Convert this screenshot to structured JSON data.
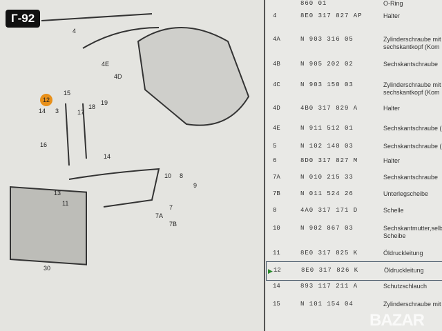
{
  "badge": "Г-92",
  "watermark": "BAZAR",
  "diagram": {
    "labels": [
      "4",
      "4E",
      "4D",
      "12",
      "15",
      "14",
      "3",
      "17",
      "18",
      "19",
      "16",
      "14",
      "13",
      "11",
      "10",
      "8",
      "9",
      "7",
      "7A",
      "7B",
      "30"
    ],
    "highlight_color": "#e8901a"
  },
  "table": {
    "rows": [
      {
        "pos": "",
        "part": "860 01",
        "name": "O-Ring"
      },
      {
        "pos": "4",
        "part": "8E0 317 827 AP",
        "name": "Halter"
      },
      {
        "pos": "4A",
        "part": "N  903 316 05",
        "name": "Zylinderschraube mit sechskantkopf (Kom"
      },
      {
        "pos": "4B",
        "part": "N  905 202 02",
        "name": "Sechskantschraube"
      },
      {
        "pos": "4C",
        "part": "N  903 150 03",
        "name": "Zylinderschraube mit sechskantkopf (Kom"
      },
      {
        "pos": "4D",
        "part": "4B0 317 829 A",
        "name": "Halter"
      },
      {
        "pos": "4E",
        "part": "N  911 512 01",
        "name": "Sechskantschraube (I"
      },
      {
        "pos": "5",
        "part": "N  102 148 03",
        "name": "Sechskantschraube (I"
      },
      {
        "pos": "6",
        "part": "8D0 317 827 M",
        "name": "Halter"
      },
      {
        "pos": "7A",
        "part": "N  010 215 33",
        "name": "Sechskantschraube"
      },
      {
        "pos": "7B",
        "part": "N  011 524 26",
        "name": "Unterlegscheibe"
      },
      {
        "pos": "8",
        "part": "4A0 317 171 D",
        "name": "Schelle"
      },
      {
        "pos": "10",
        "part": "N  902 867 03",
        "name": "Sechskantmutter,selbst mit Scheibe"
      },
      {
        "pos": "11",
        "part": "8E0 317 825 K",
        "name": "Öldruckleitung"
      },
      {
        "pos": "12",
        "part": "8E0 317 826 K",
        "name": "Öldruckleitung",
        "selected": true
      },
      {
        "pos": "14",
        "part": "893 117 211 A",
        "name": "Schutzschlauch"
      },
      {
        "pos": "15",
        "part": "N  101 154 04",
        "name": "Zylinderschraube mit Inne"
      }
    ]
  }
}
